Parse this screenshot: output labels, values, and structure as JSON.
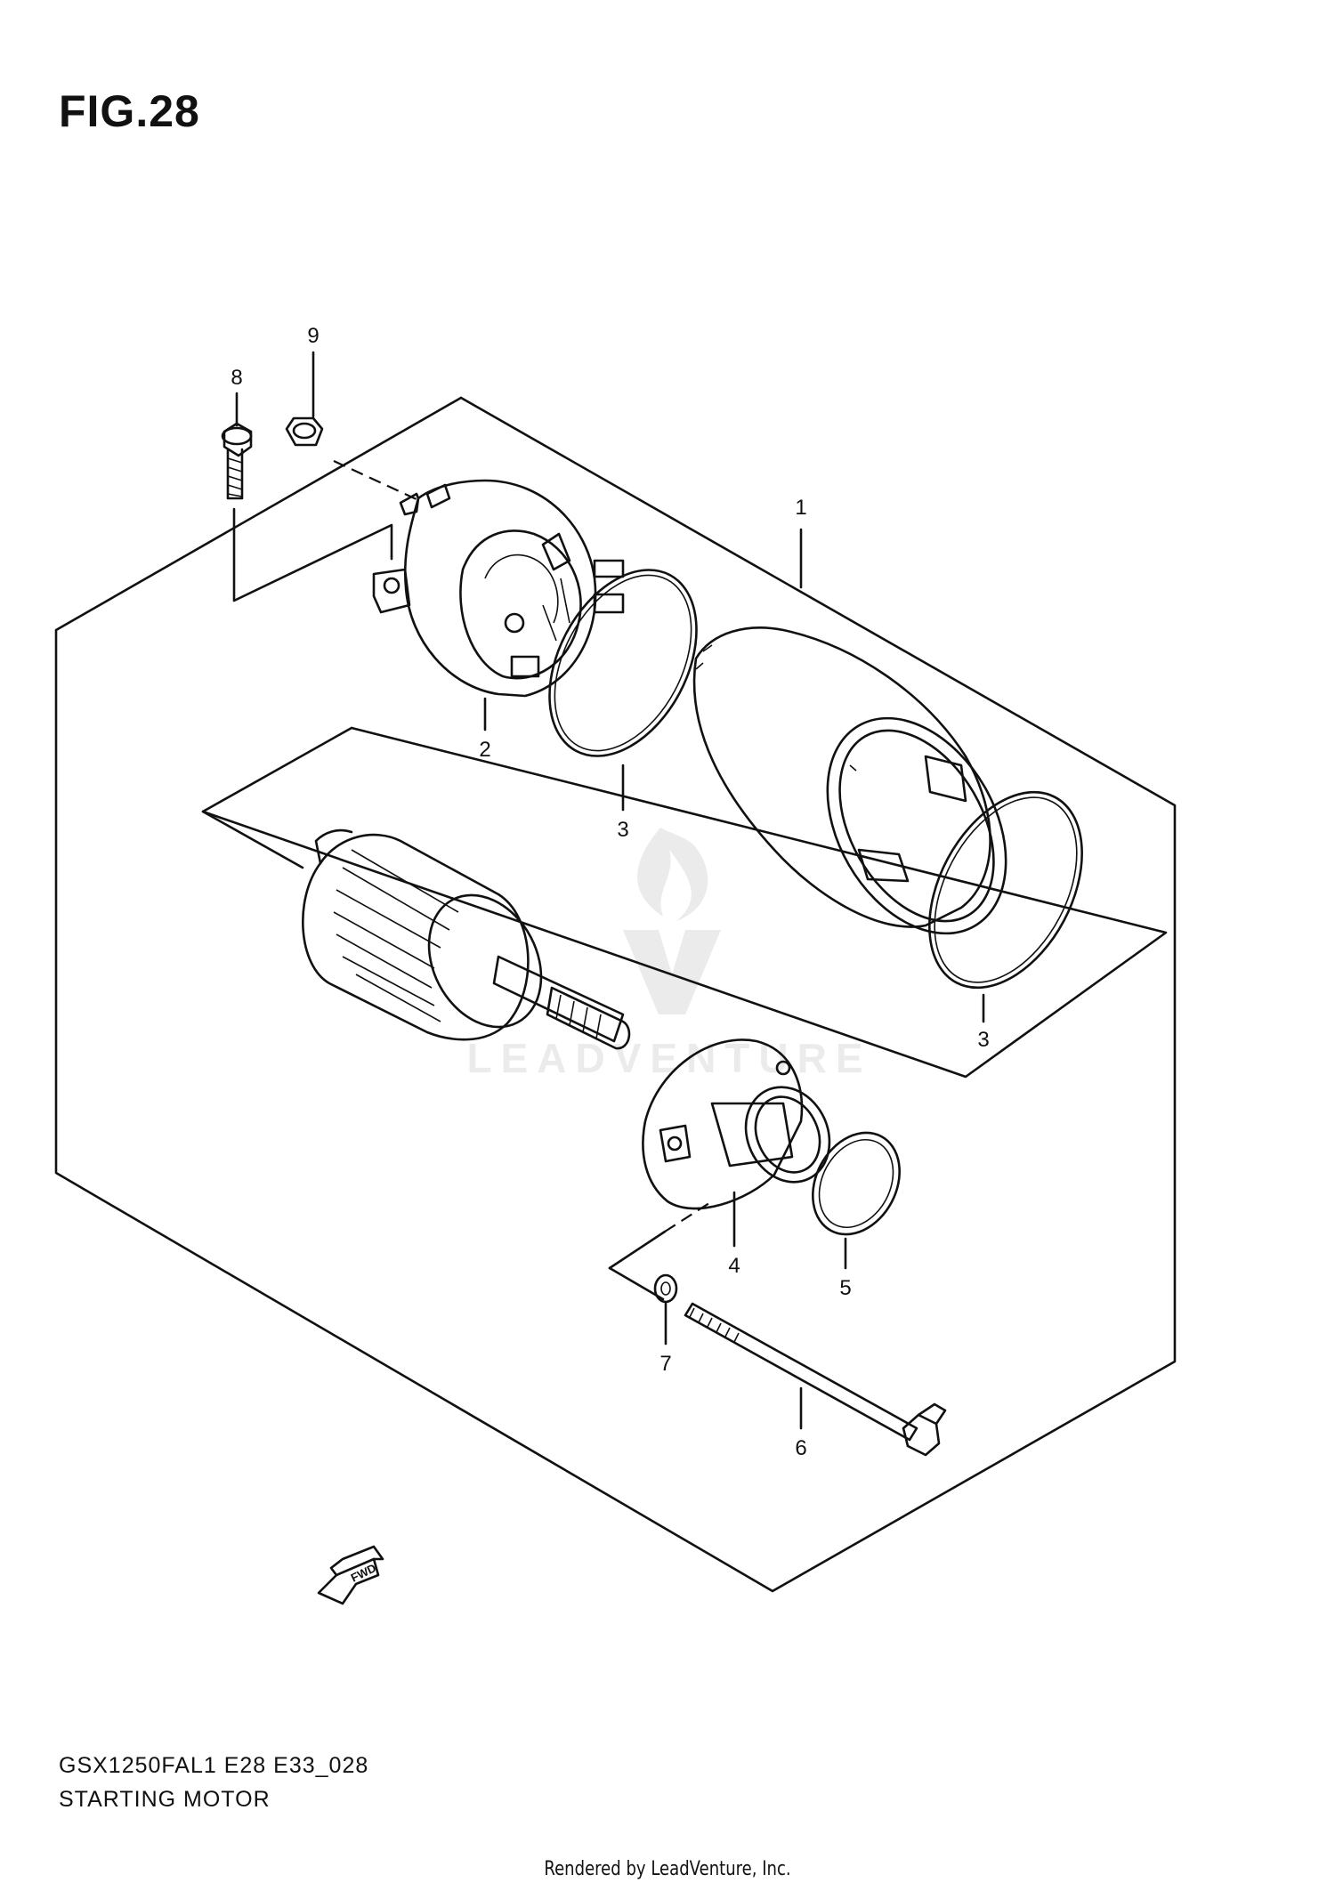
{
  "figure": {
    "title": "FIG.28",
    "model_code": "GSX1250FAL1 E28 E33_028",
    "caption": "STARTING MOTOR"
  },
  "footer": {
    "credit": "Rendered by LeadVenture, Inc."
  },
  "watermark": {
    "text": "LEADVENTURE"
  },
  "direction_marker": {
    "text": "FWD",
    "icon": "forward-arrow-icon"
  },
  "callouts": [
    {
      "id": "1",
      "label": "1"
    },
    {
      "id": "2",
      "label": "2"
    },
    {
      "id": "3a",
      "label": "3"
    },
    {
      "id": "3b",
      "label": "3"
    },
    {
      "id": "4",
      "label": "4"
    },
    {
      "id": "5",
      "label": "5"
    },
    {
      "id": "6",
      "label": "6"
    },
    {
      "id": "7",
      "label": "7"
    },
    {
      "id": "8",
      "label": "8"
    },
    {
      "id": "9",
      "label": "9"
    }
  ]
}
